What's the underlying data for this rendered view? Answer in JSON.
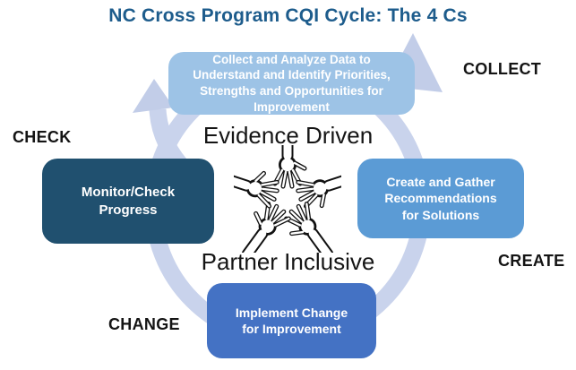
{
  "title": "NC Cross Program CQI Cycle: The 4 Cs",
  "center": {
    "top_label": "Evidence Driven",
    "bottom_label": "Partner Inclusive",
    "image": "five-hands-together-teamwork-line-art"
  },
  "cycle": {
    "direction": "clockwise",
    "ring_color": "#C9D3EC",
    "arrow_color": "#C2CDE8",
    "steps": [
      {
        "id": "collect",
        "corner_label": "COLLECT",
        "box_text": "Collect and Analyze Data to Understand and Identify Priorities, Strengths and Opportunities for Improvement",
        "box_color": "#9DC3E6",
        "position": "top"
      },
      {
        "id": "create",
        "corner_label": "CREATE",
        "box_text": "Create and Gather Recommendations for Solutions",
        "box_color": "#5B9BD5",
        "position": "right"
      },
      {
        "id": "change",
        "corner_label": "CHANGE",
        "box_text": "Implement Change for Improvement",
        "box_color": "#4472C4",
        "position": "bottom"
      },
      {
        "id": "check",
        "corner_label": "CHECK",
        "box_text": "Monitor/Check Progress",
        "box_color": "#20506F",
        "position": "left"
      }
    ]
  },
  "colors": {
    "title_text": "#1D5C8C",
    "box_text": "#FFFFFF",
    "label_text": "#141414",
    "background": "#FFFFFF"
  }
}
